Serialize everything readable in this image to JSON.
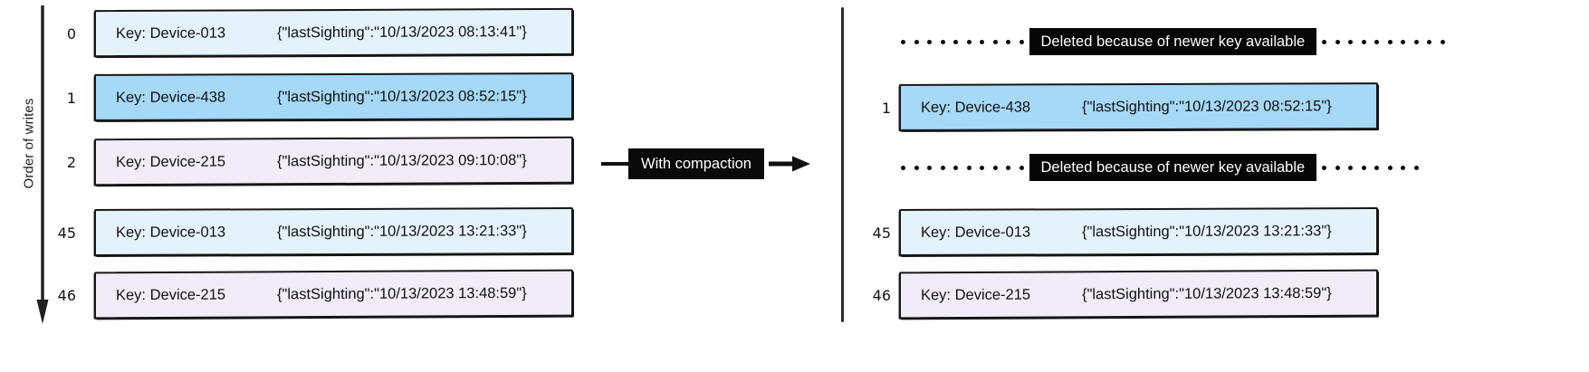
{
  "diagram": {
    "axis": {
      "label": "Order of writes",
      "arrow_icon": "down-arrow-icon"
    },
    "transform": {
      "label": "With compaction",
      "arrow_icon": "right-arrow-icon"
    },
    "deleted_note": "Deleted because of newer key available",
    "colors": {
      "fill_light_blue": "#e4f3fb",
      "fill_blue": "#a5d9f7",
      "fill_lavender": "#f0edf9",
      "stroke": "#161616",
      "chip_background": "#0a0a0a",
      "chip_text": "#ffffff"
    },
    "left_panel": {
      "name": "before-compaction",
      "rows": [
        {
          "index": "0",
          "key": "Key: Device-013",
          "value": "{\"lastSighting\":\"10/13/2023 08:13:41\"}",
          "fill": "light_blue"
        },
        {
          "index": "1",
          "key": "Key: Device-438",
          "value": "{\"lastSighting\":\"10/13/2023 08:52:15\"}",
          "fill": "blue"
        },
        {
          "index": "2",
          "key": "Key: Device-215",
          "value": "{\"lastSighting\":\"10/13/2023 09:10:08\"}",
          "fill": "lavender"
        },
        {
          "index": "45",
          "key": "Key: Device-013",
          "value": "{\"lastSighting\":\"10/13/2023 13:21:33\"}",
          "fill": "light_blue"
        },
        {
          "index": "46",
          "key": "Key: Device-215",
          "value": "{\"lastSighting\":\"10/13/2023 13:48:59\"}",
          "fill": "lavender"
        }
      ]
    },
    "right_panel": {
      "name": "after-compaction",
      "rows": [
        {
          "type": "deleted",
          "index": "",
          "note": "Deleted because of newer key available"
        },
        {
          "type": "record",
          "index": "1",
          "key": "Key: Device-438",
          "value": "{\"lastSighting\":\"10/13/2023 08:52:15\"}",
          "fill": "blue"
        },
        {
          "type": "deleted",
          "index": "",
          "note": "Deleted because of newer key available"
        },
        {
          "type": "record",
          "index": "45",
          "key": "Key: Device-013",
          "value": "{\"lastSighting\":\"10/13/2023 13:21:33\"}",
          "fill": "light_blue"
        },
        {
          "type": "record",
          "index": "46",
          "key": "Key: Device-215",
          "value": "{\"lastSighting\":\"10/13/2023 13:48:59\"}",
          "fill": "lavender"
        }
      ]
    }
  }
}
